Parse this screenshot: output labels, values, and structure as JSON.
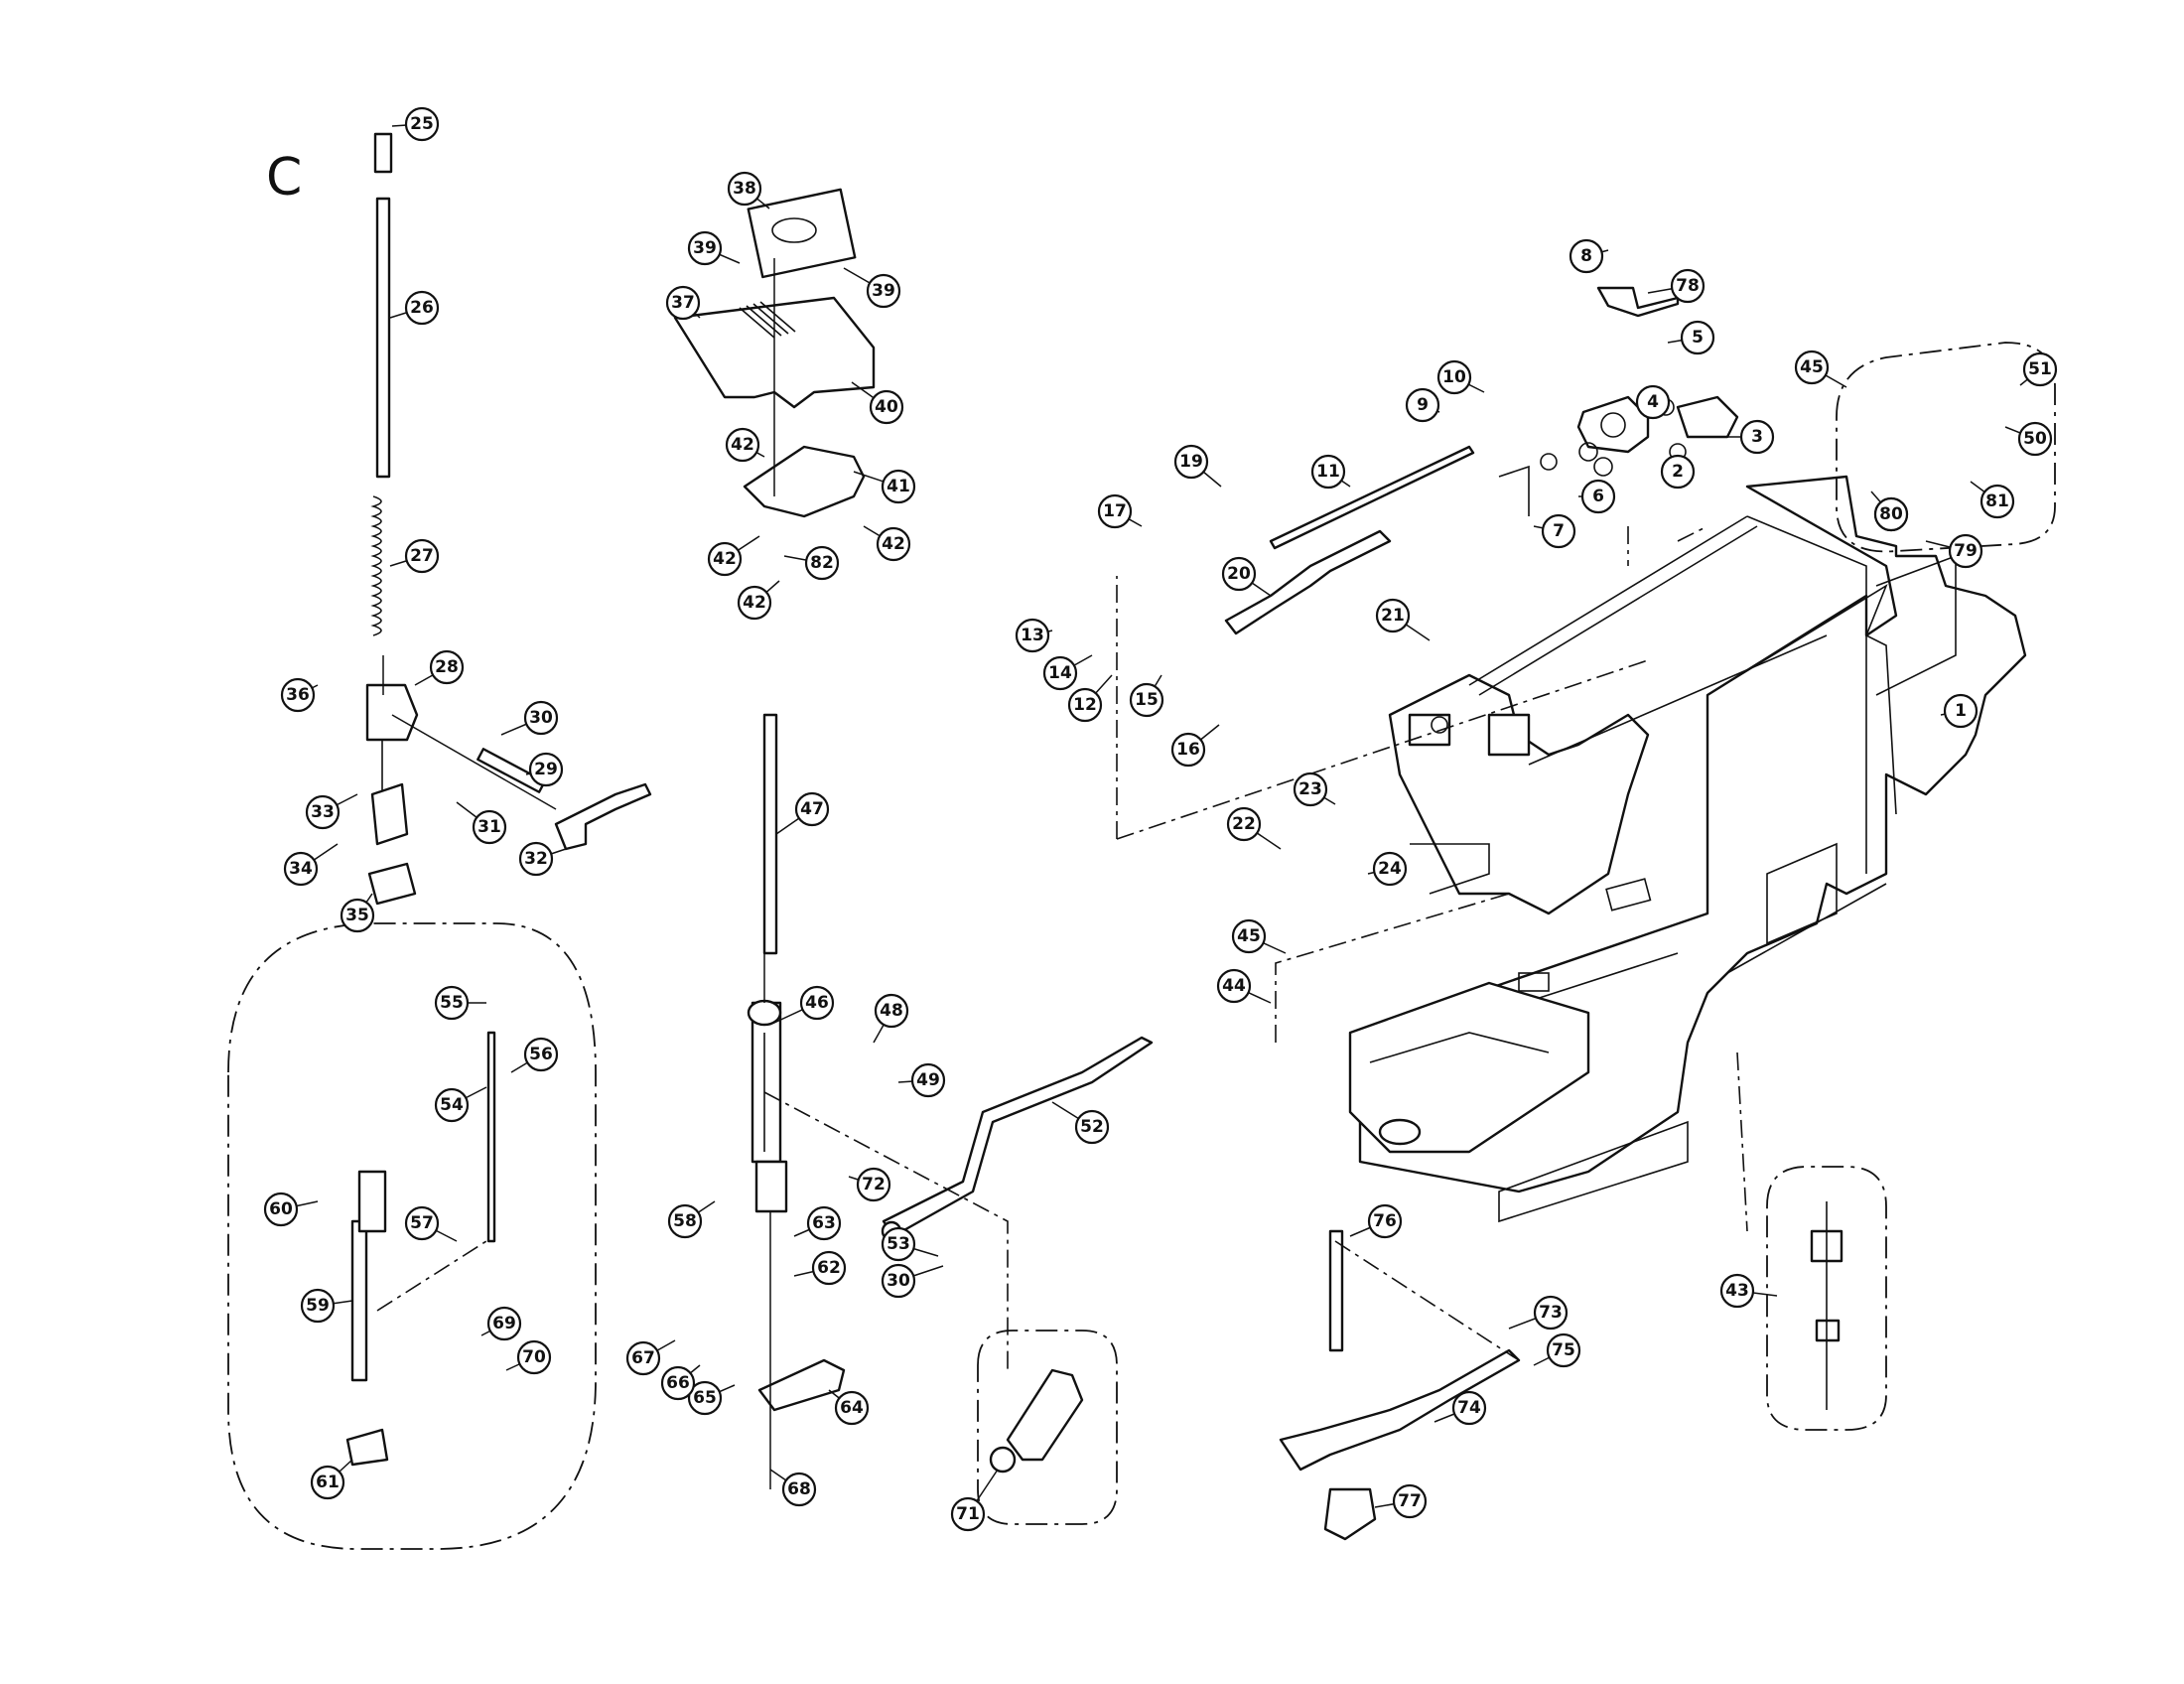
{
  "section_letter": "C",
  "callouts": [
    "1",
    "2",
    "3",
    "4",
    "5",
    "6",
    "7",
    "8",
    "9",
    "10",
    "11",
    "12",
    "13",
    "14",
    "15",
    "16",
    "17",
    "19",
    "20",
    "21",
    "22",
    "23",
    "24",
    "25",
    "26",
    "27",
    "28",
    "29",
    "30",
    "31",
    "32",
    "33",
    "34",
    "35",
    "36",
    "37",
    "38",
    "39",
    "40",
    "41",
    "42",
    "43",
    "44",
    "45",
    "46",
    "47",
    "48",
    "49",
    "50",
    "51",
    "52",
    "53",
    "54",
    "55",
    "56",
    "57",
    "58",
    "59",
    "60",
    "61",
    "62",
    "63",
    "64",
    "65",
    "66",
    "67",
    "68",
    "69",
    "70",
    "71",
    "72",
    "73",
    "74",
    "75",
    "76",
    "77",
    "78",
    "79",
    "80",
    "81",
    "82"
  ],
  "colors": {
    "ink": "#111111",
    "paper": "#ffffff"
  }
}
